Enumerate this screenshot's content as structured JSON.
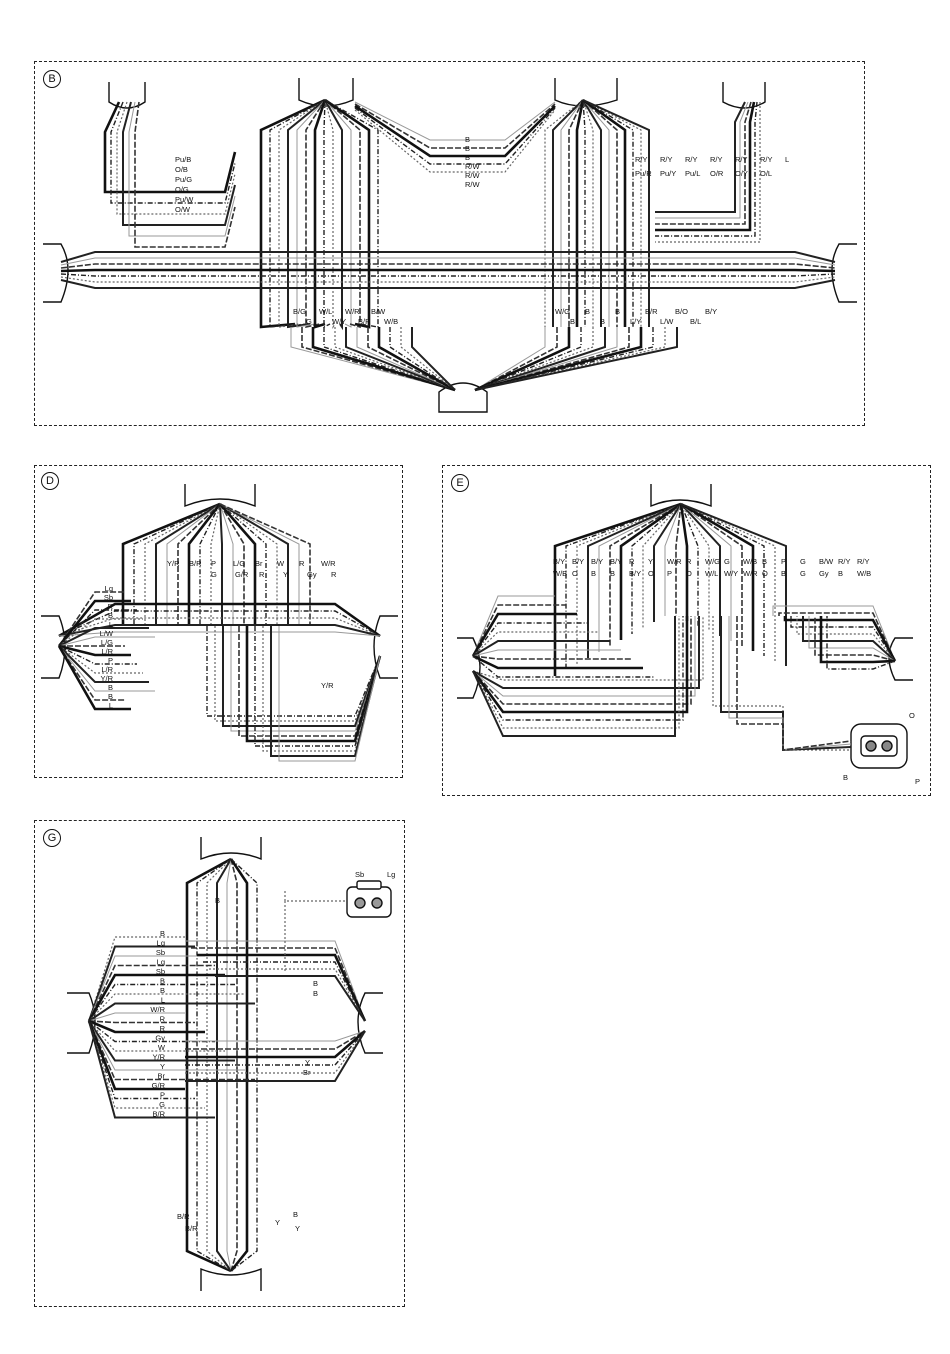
{
  "panels": {
    "B": {
      "id": "B",
      "labels": [
        "Pu/B",
        "O/B",
        "Pu/G",
        "O/G",
        "Pu/W",
        "O/W",
        "B",
        "B",
        "B",
        "R/W",
        "R/W",
        "R/W",
        "R/Y",
        "R/Y",
        "R/Y",
        "R/Y",
        "R/Y",
        "R/Y",
        "L",
        "Pu/R",
        "Pu/Y",
        "Pu/L",
        "O/R",
        "O/Y",
        "O/L",
        "B/G",
        "G",
        "W/L",
        "W/Y",
        "W/R",
        "B/R",
        "B/W",
        "W/B",
        "W/G",
        "B",
        "B",
        "B",
        "B",
        "L/Y",
        "B/R",
        "L/W",
        "B/O",
        "B/L",
        "B/Y"
      ]
    },
    "D": {
      "id": "D",
      "left_labels": [
        "Lg",
        "Sb",
        "R",
        "B",
        "L",
        "L/W",
        "L/G",
        "L/R",
        "P",
        "L/R",
        "Y/R",
        "B",
        "B",
        "L"
      ],
      "top_labels": [
        "Y/R",
        "B/R",
        "P",
        "L/G",
        "Br",
        "W",
        "R",
        "W/R",
        "G",
        "G/R",
        "R",
        "Y",
        "Gy",
        "R"
      ],
      "mid_labels": [
        "Y/R"
      ]
    },
    "E": {
      "id": "E",
      "top_labels": [
        "B/Y",
        "B/Y",
        "B/Y",
        "B/Y",
        "R",
        "Y",
        "W/R",
        "R",
        "W/G",
        "G",
        "W/B",
        "B",
        "P",
        "G",
        "B/W",
        "R/Y",
        "R/Y",
        "W/B",
        "O",
        "B",
        "B",
        "B/Y",
        "O",
        "P",
        "O",
        "W/L",
        "W/Y",
        "W/R",
        "O",
        "B",
        "G",
        "Gy",
        "B",
        "W/B"
      ],
      "connector_labels": [
        "O",
        "B",
        "P"
      ]
    },
    "G": {
      "id": "G",
      "left_labels": [
        "B",
        "Lg",
        "Sb",
        "Lg",
        "Sb",
        "B",
        "B",
        "L",
        "W/R",
        "R",
        "R",
        "Gy",
        "W",
        "Y/R",
        "Y",
        "Br",
        "G/R",
        "P",
        "G",
        "B/R"
      ],
      "right_labels": [
        "B",
        "B",
        "Y",
        "Br"
      ],
      "connector_labels": [
        "Sb",
        "Lg"
      ],
      "bottom_labels": [
        "B/R",
        "B/R",
        "Y",
        "B",
        "Y"
      ],
      "top_labels": [
        "B"
      ]
    }
  }
}
